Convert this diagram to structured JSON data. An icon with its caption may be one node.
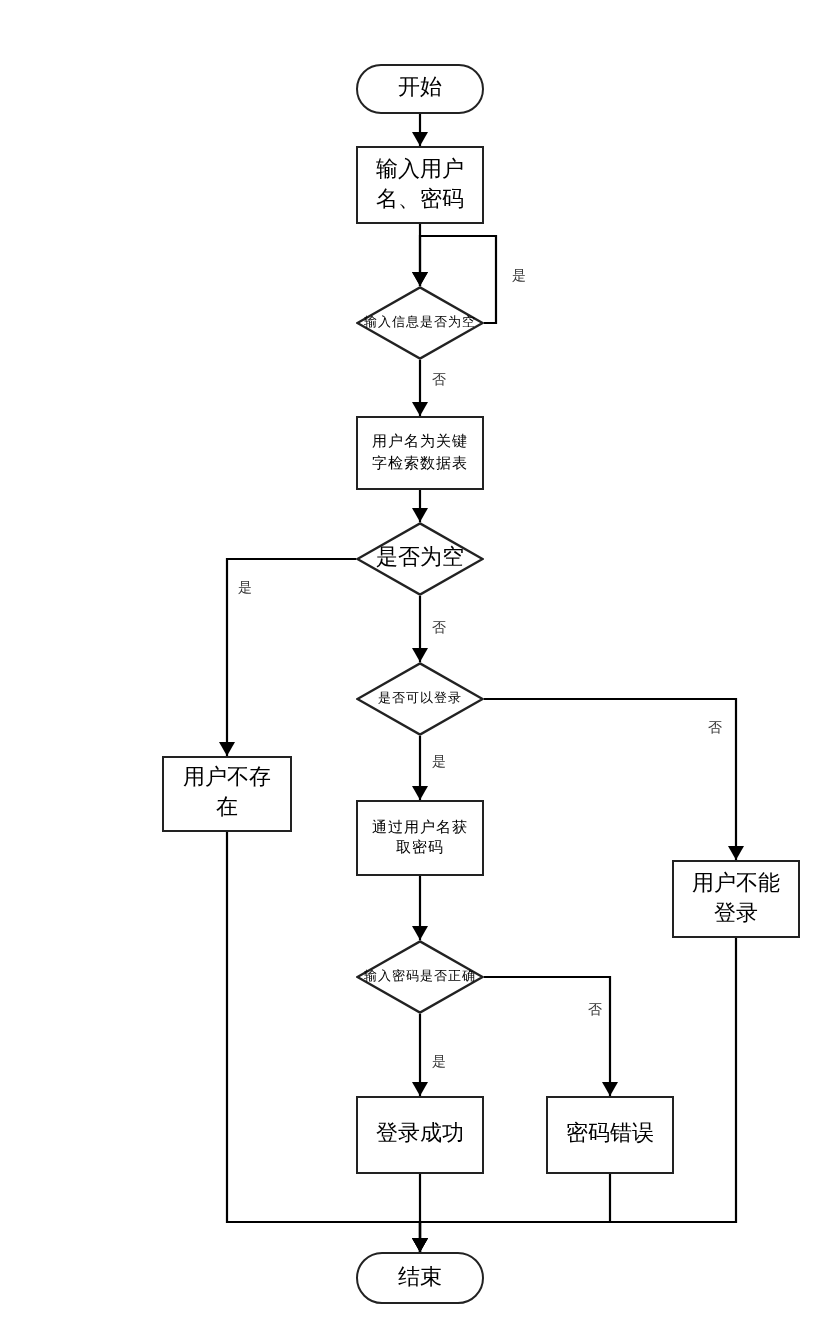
{
  "diagram": {
    "nodes": [
      {
        "text": [
          "开始"
        ]
      },
      {
        "text": [
          "输入用户名、密码"
        ]
      },
      {
        "text": [
          "输入信息是否为空"
        ]
      },
      {
        "text": [
          "用户名为关键字检索数据表"
        ]
      },
      {
        "text": [
          "是否为空"
        ]
      },
      {
        "text": [
          "是否可以登录"
        ]
      },
      {
        "text": [
          "用户不存在"
        ]
      },
      {
        "text": [
          "通过用户名获取密码"
        ]
      },
      {
        "text": [
          "用户不能登录"
        ]
      },
      {
        "text": [
          "输入密码是否正确"
        ]
      },
      {
        "text": [
          "登录成功"
        ]
      },
      {
        "text": [
          "密码错误"
        ]
      },
      {
        "text": [
          "结束"
        ]
      }
    ],
    "edges": [
      {
        "from": 0,
        "to": 1,
        "arrow": "to"
      },
      {
        "from": 1,
        "to": 2,
        "arrow": "to"
      },
      {
        "from": 2,
        "to": 2,
        "arrow": "to",
        "label": "是"
      },
      {
        "from": 2,
        "to": 3,
        "arrow": "to",
        "label": "否"
      },
      {
        "from": 3,
        "to": 4,
        "arrow": "to"
      },
      {
        "from": 4,
        "to": 6,
        "arrow": "to",
        "label": "是"
      },
      {
        "from": 4,
        "to": 5,
        "arrow": "to",
        "label": "否"
      },
      {
        "from": 5,
        "to": 7,
        "arrow": "to",
        "label": "是"
      },
      {
        "from": 5,
        "to": 8,
        "arrow": "to",
        "label": "否"
      },
      {
        "from": 7,
        "to": 9,
        "arrow": "to"
      },
      {
        "from": 9,
        "to": 10,
        "arrow": "to",
        "label": "是"
      },
      {
        "from": 9,
        "to": 11,
        "arrow": "to",
        "label": "否"
      },
      {
        "from": 10,
        "to": 12,
        "arrow": "to"
      },
      {
        "from": 6,
        "to": 12,
        "arrow": "to"
      },
      {
        "from": 11,
        "to": 12,
        "arrow": "to"
      },
      {
        "from": 8,
        "to": 12,
        "arrow": "to"
      }
    ]
  }
}
